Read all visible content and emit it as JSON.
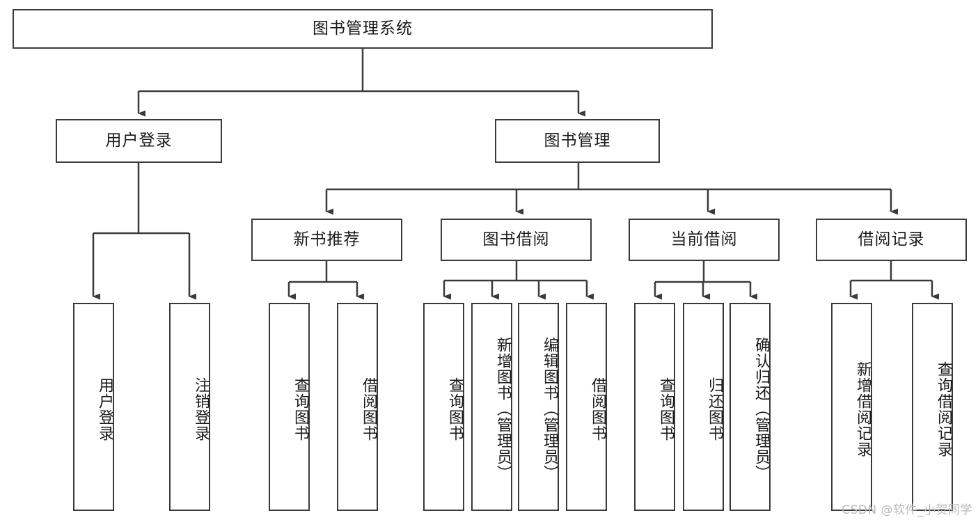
{
  "diagram": {
    "type": "tree-hierarchy",
    "title": "图书管理系统",
    "watermark": "CSDN @软件_小贺同学",
    "colors": {
      "box_border": "#3a3a3a",
      "box_fill": "#ffffff",
      "connector": "#3a3a3a",
      "text": "#1a1a1a",
      "watermark": "#b9b9b9",
      "background": "#ffffff"
    },
    "root": {
      "label": "图书管理系统"
    },
    "level2": [
      {
        "label": "用户登录"
      },
      {
        "label": "图书管理"
      }
    ],
    "level3": [
      {
        "label": "新书推荐"
      },
      {
        "label": "图书借阅"
      },
      {
        "label": "当前借阅"
      },
      {
        "label": "借阅记录"
      }
    ],
    "leaves": {
      "user_login": [
        {
          "label": "用户登录"
        },
        {
          "label": "注销登录"
        }
      ],
      "new_book_recommend": [
        {
          "label": "查询图书"
        },
        {
          "label": "借阅图书"
        }
      ],
      "book_borrow": [
        {
          "label": "查询图书"
        },
        {
          "label": "新增图书（管理员）"
        },
        {
          "label": "编辑图书（管理员）"
        },
        {
          "label": "借阅图书"
        }
      ],
      "current_borrow": [
        {
          "label": "查询图书"
        },
        {
          "label": "归还图书"
        },
        {
          "label": "确认归还（管理员）"
        }
      ],
      "borrow_record": [
        {
          "label": "新增借阅记录"
        },
        {
          "label": "查询借阅记录"
        }
      ]
    }
  }
}
